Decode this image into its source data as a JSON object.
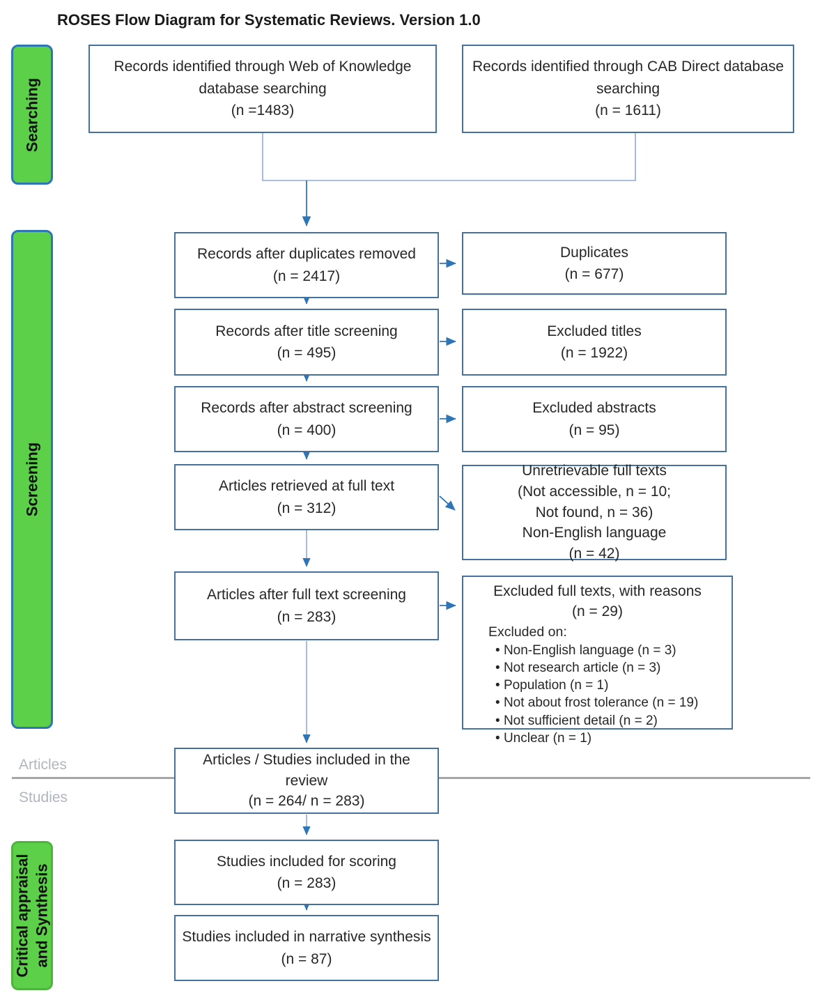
{
  "title": "ROSES Flow Diagram for Systematic Reviews. Version 1.0",
  "colors": {
    "stage_bar_green": "#5cd048",
    "stage_bar_border_blue": "#2e75b6",
    "box_border_blue": "#44719e",
    "arrow_blue": "#2e75b6",
    "light_connector_blue": "#8faadc",
    "divider_grey": "#a6a6a6",
    "stage_word_grey": "#b0b6bc"
  },
  "sidebar": {
    "searching": {
      "label": "Searching"
    },
    "screening": {
      "label": "Screening"
    },
    "critical": {
      "label": "Critical appraisal\nand Synthesis"
    }
  },
  "stage_labels": {
    "articles": "Articles",
    "studies": "Studies"
  },
  "main_flow": {
    "wok": {
      "text": "Records identified through Web of Knowledge\ndatabase searching\n(n =1483)"
    },
    "cab": {
      "text": "Records identified through CAB Direct database\nsearching\n(n = 1611)"
    },
    "duplicates_removed": {
      "text": "Records after duplicates removed\n(n = 2417)"
    },
    "title_screening": {
      "text": "Records after title screening\n(n = 495)"
    },
    "abstract_screening": {
      "text": "Records after abstract screening\n(n = 400)"
    },
    "full_text_retrieved": {
      "text": "Articles retrieved at full text\n(n = 312)"
    },
    "full_text_screening": {
      "text": "Articles after full text screening\n(n = 283)"
    },
    "included_review": {
      "text": "Articles / Studies included in the\nreview\n(n = 264/ n = 283)"
    },
    "included_scoring": {
      "text": "Studies included for scoring\n(n = 283)"
    },
    "narrative_synthesis": {
      "text": "Studies included in narrative synthesis\n(n = 87)"
    }
  },
  "side_flow": {
    "duplicates": {
      "text": "Duplicates\n(n = 677)"
    },
    "excluded_titles": {
      "text": "Excluded titles\n(n = 1922)"
    },
    "excluded_abstracts": {
      "text": "Excluded abstracts\n(n = 95)"
    },
    "unretrievable": {
      "text": "Unretrievable full texts\n(Not accessible,  n = 10;\nNot found, n = 36)\nNon-English language\n(n = 42)"
    },
    "excluded_full_texts": {
      "title": "Excluded full texts, with reasons",
      "count": "(n = 29)",
      "subtitle": "Excluded on:",
      "reasons": [
        "Non-English language (n = 3)",
        "Not research article (n = 3)",
        "Population (n = 1)",
        "Not about frost tolerance (n = 19)",
        "Not sufficient detail (n = 2)",
        "Unclear (n = 1)"
      ]
    }
  }
}
